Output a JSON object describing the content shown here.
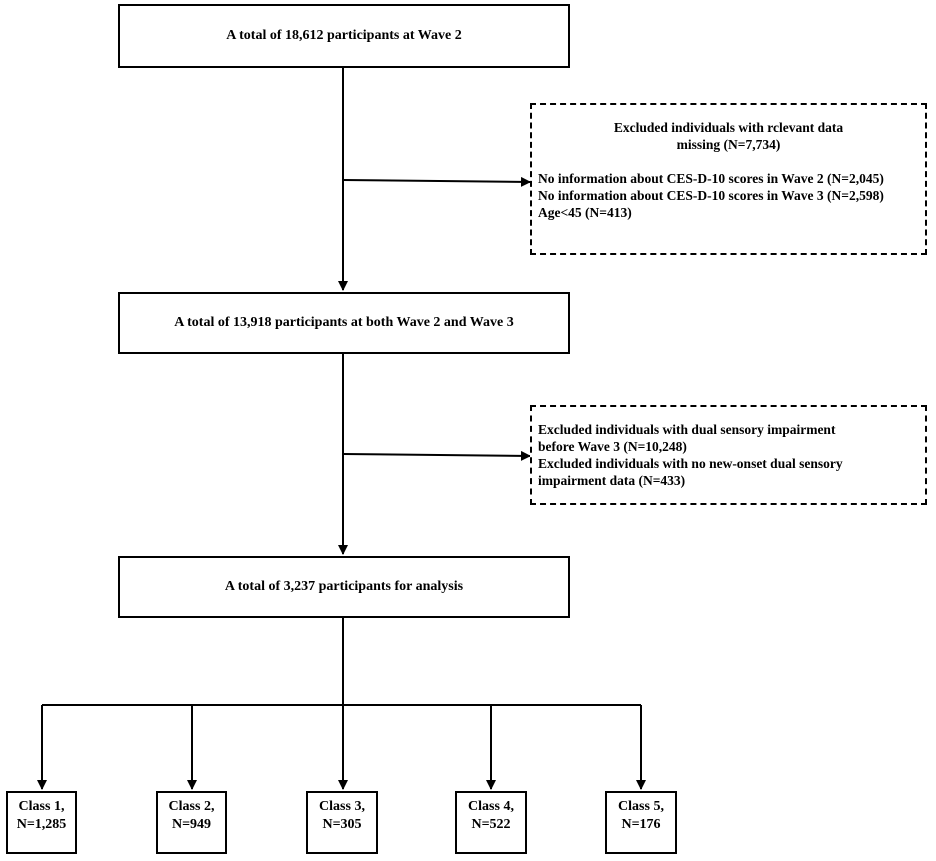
{
  "boxes": {
    "wave2": "A total of 18,612 participants at Wave 2",
    "wave2and3": "A total of 13,918 participants at both Wave 2 and Wave 3",
    "analysis": "A total of 3,237 participants for analysis"
  },
  "exclusion1": {
    "title_line1": "Excluded individuals with rclevant data",
    "title_line2": "missing (N=7,734)",
    "items": [
      "No information about CES-D-10 scores in Wave 2 (N=2,045)",
      "No information about CES-D-10 scores in Wave 3 (N=2,598)",
      "Age<45 (N=413)"
    ]
  },
  "exclusion2": {
    "lines": [
      "Excluded individuals with dual sensory impairment",
      "before Wave 3 (N=10,248)",
      "Excluded individuals with no new-onset dual sensory",
      "impairment data (N=433)"
    ]
  },
  "classes": [
    {
      "label": "Class 1,",
      "n": "N=1,285"
    },
    {
      "label": "Class 2,",
      "n": "N=949"
    },
    {
      "label": "Class 3,",
      "n": "N=305"
    },
    {
      "label": "Class 4,",
      "n": "N=522"
    },
    {
      "label": "Class 5,",
      "n": "N=176"
    }
  ]
}
